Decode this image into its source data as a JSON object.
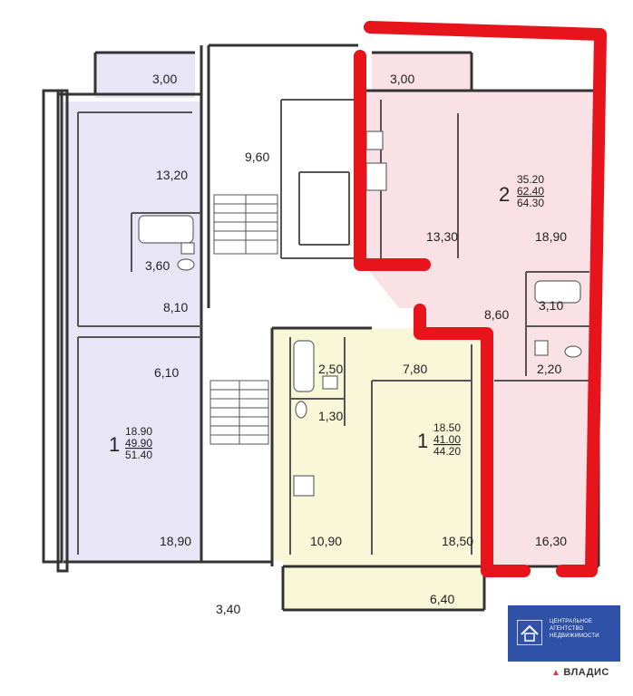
{
  "apartments": [
    {
      "number": "1",
      "areas": [
        "18.90",
        "49.90",
        "51.40"
      ],
      "color": "#e8e6f6"
    },
    {
      "number": "1",
      "areas": [
        "18.50",
        "41.00",
        "44.20"
      ],
      "color": "#f8f7d8"
    },
    {
      "number": "2",
      "areas": [
        "35.20",
        "62.40",
        "64.30"
      ],
      "color": "#f9e1e6"
    }
  ],
  "room_areas": {
    "left_balcony": "3,00",
    "left_room_top": "13,20",
    "left_bath": "3,60",
    "left_hall": "8,10",
    "left_kitchen": "6,10",
    "left_room_bottom": "18,90",
    "stair_top": "9,60",
    "mid_bath": "2,50",
    "mid_wc": "1,30",
    "mid_kitchen": "10,90",
    "mid_hall": "7,80",
    "mid_room": "18,50",
    "mid_balcony": "6,40",
    "entrance": "3,40",
    "right_balcony": "3,00",
    "right_kitchen": "13,30",
    "right_room_top": "18,90",
    "right_hall": "8,60",
    "right_bath": "3,10",
    "right_wc": "2,20",
    "right_room_bottom": "16,30"
  },
  "highlight_color": "#e8141b",
  "badge": {
    "lines": [
      "ЦЕНТРАЛЬНОЕ",
      "АГЕНТСТВО",
      "НЕДВИЖИМОСТИ"
    ],
    "color": "#2f52a8",
    "icon": "house-logo-icon"
  },
  "brand": {
    "text": "ВЛАДИС",
    "icon": "vladis-mark-icon"
  }
}
